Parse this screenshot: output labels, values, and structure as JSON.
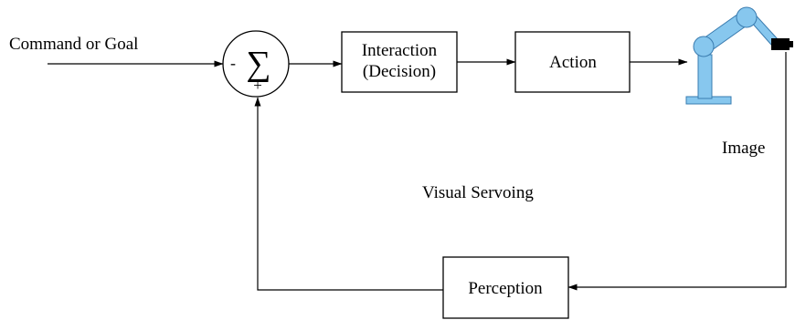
{
  "labels": {
    "command": "Command or Goal",
    "interaction_line1": "Interaction",
    "interaction_line2": "(Decision)",
    "action": "Action",
    "image": "Image",
    "visual_servoing": "Visual Servoing",
    "perception": "Perception"
  },
  "summing_junction": {
    "symbol": "∑",
    "minus_sign": "-",
    "plus_sign": "+"
  },
  "colors": {
    "robot_fill": "#87c7ee",
    "robot_stroke": "#3a7cb0",
    "camera_fill": "#000000",
    "line": "#000000"
  },
  "icons": {
    "robot": "robot-arm-icon",
    "camera": "camera-icon"
  }
}
